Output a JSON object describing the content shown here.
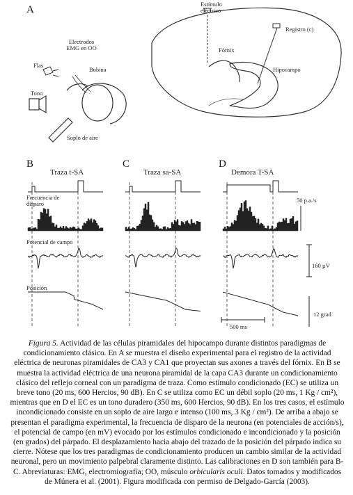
{
  "panels": {
    "a": {
      "letter": "A",
      "labels": {
        "estimulo": "Estímulo eléctrico",
        "registro": "Registro (c)",
        "fornix": "Fórnix",
        "hipocampo": "Hipocampo",
        "electrodos": "Electrodos EMG en OO",
        "flas": "Flas",
        "bobina": "Bobina",
        "tono": "Tono",
        "soplo": "Soplo de aire"
      }
    },
    "b": {
      "letter": "B",
      "title": "Traza t-SA"
    },
    "c": {
      "letter": "C",
      "title": "Traza sa-SA"
    },
    "d": {
      "letter": "D",
      "title": "Demora T-SA"
    },
    "rows": {
      "frecuencia": "Frecuencia de disparo",
      "potencial": "Potencial de campo",
      "posicion": "Posición"
    },
    "calibrations": {
      "rate": "50 p.a./s",
      "voltage": "160 µV",
      "angle": "12 grad",
      "time": "500 ms"
    }
  },
  "caption": {
    "figure_label": "Figura 5.",
    "text_1": " Actividad de las células piramidales del hipocampo durante distintos paradigmas de condicionamiento clásico. En A se muestra el diseño experimental para el registro de la actividad eléctrica de neuronas piramidales de CA3 y CA1 que proyectan sus axones a través del fórnix. En B se muestra la actividad eléctrica de una neurona piramidal de la capa CA3 durante un condicionamiento clásico del reflejo corneal con un paradigma de traza. Como estímulo condicionado (EC) se utiliza un breve tono (20 ms, 600 Hercios, 90 dB). En C se utiliza como EC un débil soplo (20 ms, 1 Kg / cm²), mientras que en D el EC es un tono duradero (350 ms, 600 Hercios, 90 dB). En los tres casos, el estímulo incondicionado consiste en un soplo de aire largo e intenso (100 ms, 3 Kg / cm²). De arriba a abajo se presentan el paradigma experimental, la frecuencia de disparo de la neurona (en potenciales de acción/s), el potencial de campo (en mV) evocado por los estímulos condicionado e incondicionado y la posición (en grados) del párpado. El desplazamiento hacia abajo del trazado de la posición del párpado indica su cierre. Nótese que los tres paradigmas de condicionamiento producen un cambio similar de la actividad neuronal, pero un movimiento palpebral claramente distinto. Las calibraciones en D son también para B-C. Abreviaturas: EMG, electromiografía; OO, músculo ",
    "italic_term": "orbicularis oculi",
    "text_2": ". Datos tomados y modificados de Múnera et al. (2001). Figura modificada con permiso de Delgado-García (2003)."
  }
}
